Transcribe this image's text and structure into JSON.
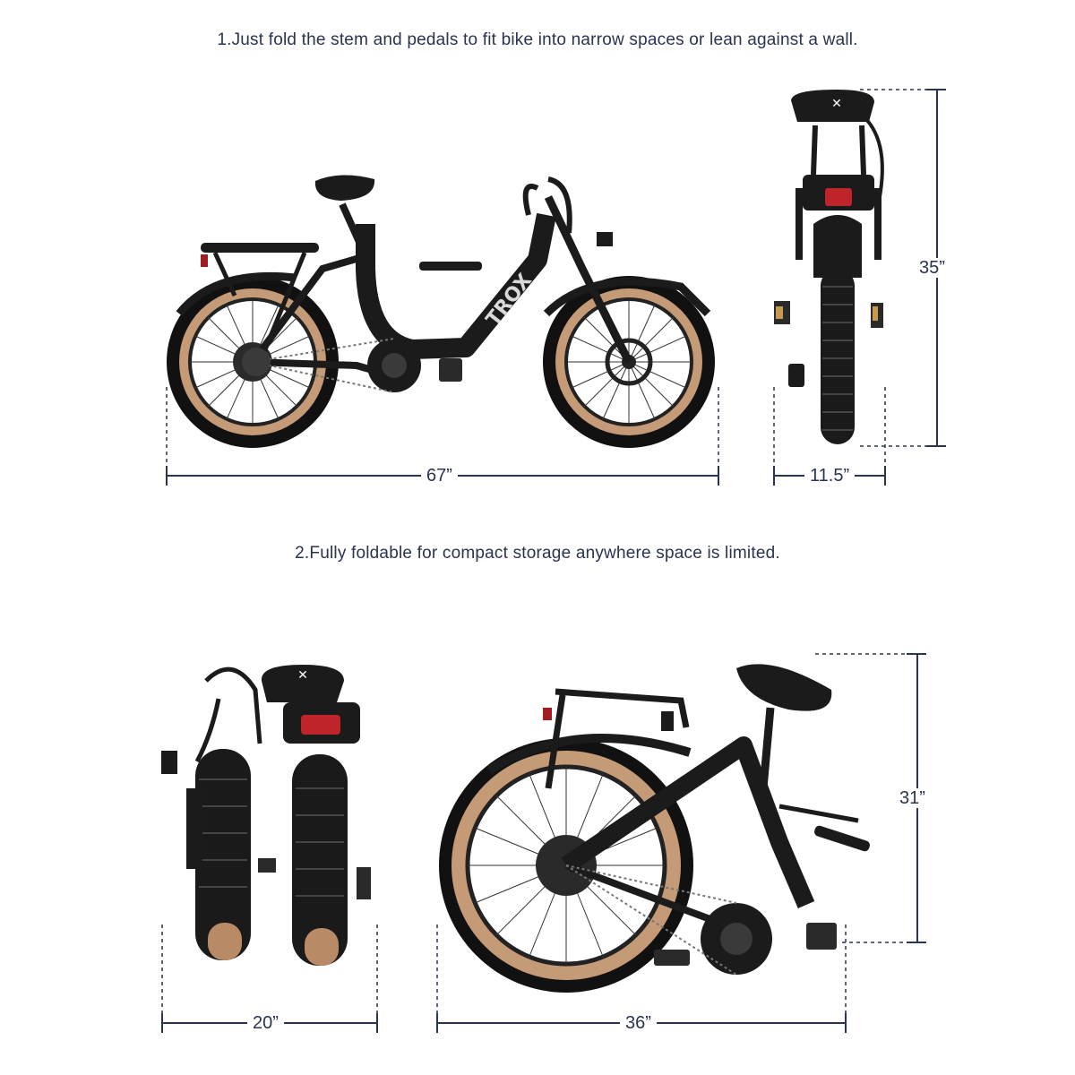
{
  "captions": {
    "step1": "1.Just fold the stem and pedals to fit bike into narrow spaces or lean against a wall.",
    "step2": "2.Fully foldable for compact storage anywhere space is limited."
  },
  "dimensions": {
    "side_length": "67”",
    "rear_width": "11.5”",
    "rear_height": "35”",
    "folded_width": "20”",
    "folded_length": "36”",
    "folded_height": "31”"
  },
  "branding": {
    "frame_logo": "TROX"
  },
  "colors": {
    "text": "#2a3350",
    "frame": "#1b1b1b",
    "tire_wall": "#c49a77",
    "lamp": "#c0242b"
  }
}
